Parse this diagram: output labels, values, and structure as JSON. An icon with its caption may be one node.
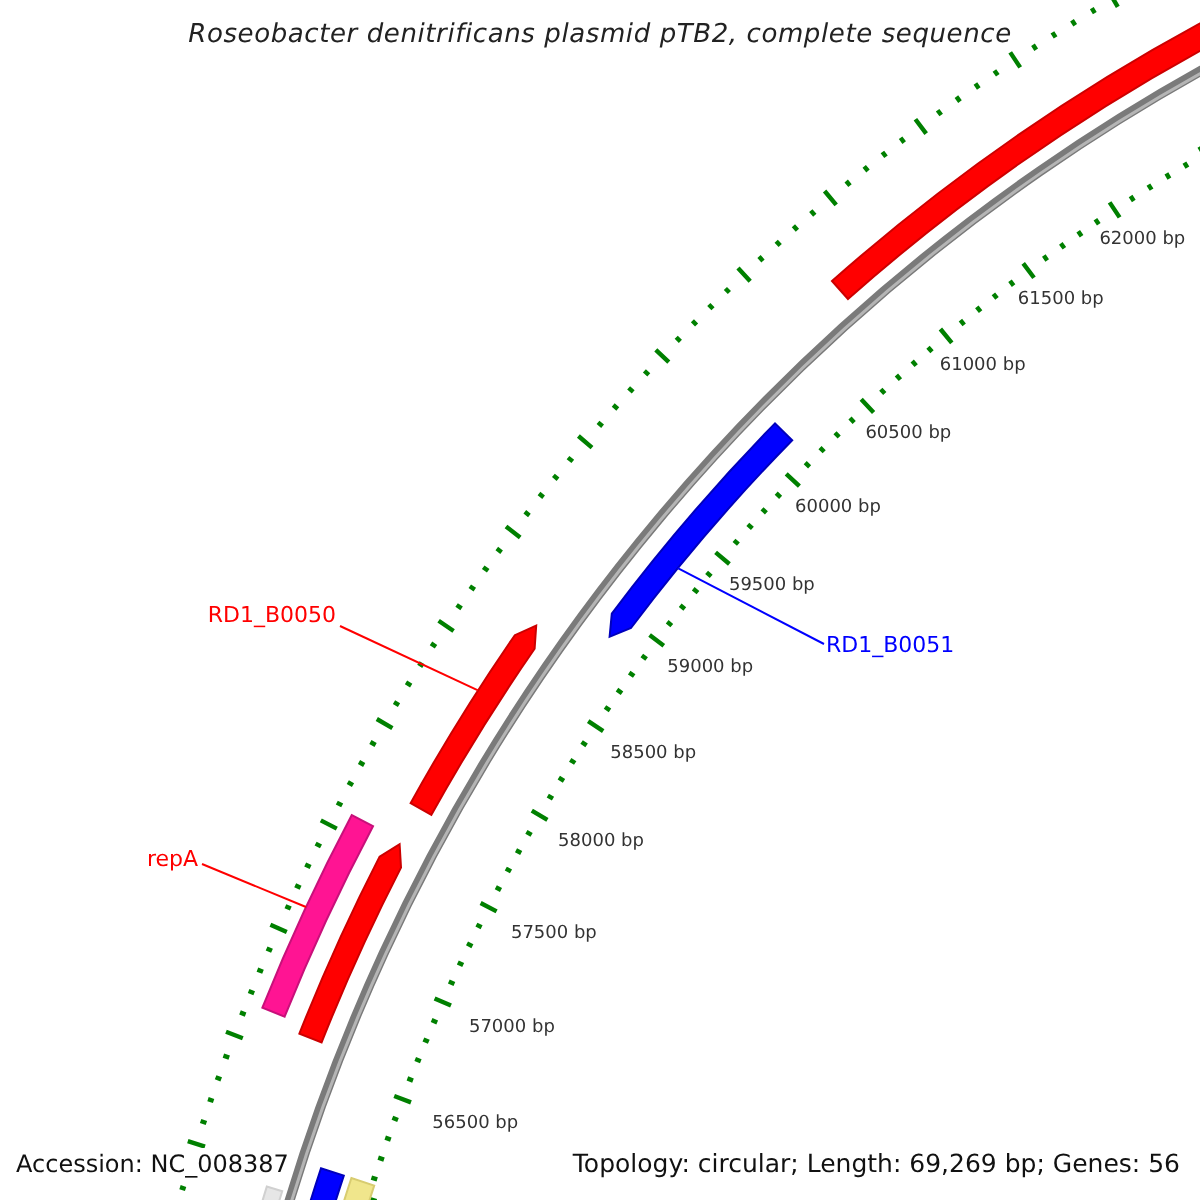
{
  "diagram": {
    "title": "Roseobacter denitrificans plasmid pTB2, complete sequence",
    "nodes": [
      {
        "text": [],
        "shape": "bar"
      },
      {
        "text": [],
        "shape": "bar"
      },
      {
        "text": [
          "RD1_B0050"
        ]
      },
      {
        "text": [
          "RD1_B0051"
        ]
      },
      {
        "text": [],
        "shape": "bar"
      },
      {
        "text": [
          "repA"
        ]
      },
      {
        "text": [],
        "shape": "bar"
      },
      {
        "text": [],
        "shape": "bar"
      },
      {
        "text": [],
        "shape": "bar"
      },
      {
        "text": [],
        "shape": "bar"
      },
      {
        "text": [],
        "shape": "bar"
      }
    ],
    "edges": [
      {
        "from": 2,
        "to": 4,
        "arrow": "none"
      },
      {
        "from": 3,
        "to": 1,
        "arrow": "none",
        "color": "#0000ff"
      },
      {
        "from": 5,
        "to": 6,
        "arrow": "none"
      }
    ],
    "labels": [
      "56500 bp",
      "57000 bp",
      "57500 bp",
      "58000 bp",
      "58500 bp",
      "59000 bp",
      "59500 bp",
      "60000 bp",
      "60500 bp",
      "61000 bp",
      "61500 bp",
      "62000 bp",
      "Accession: NC_008387",
      "Topology: circular; Length: 69,269 bp; Genes: 56"
    ]
  }
}
